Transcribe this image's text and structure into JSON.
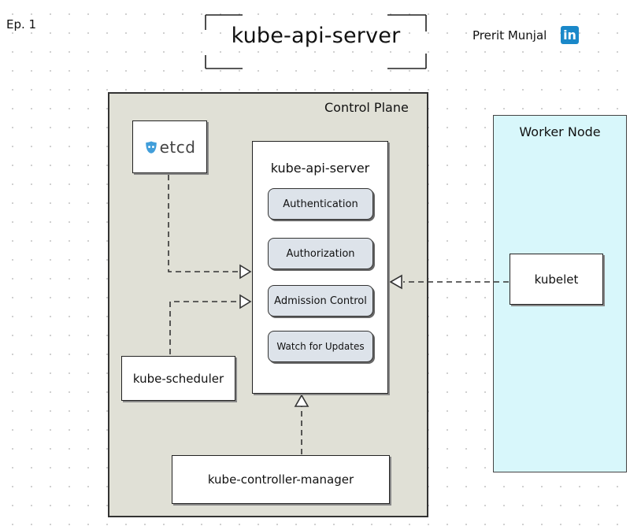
{
  "header": {
    "episode": "Ep. 1",
    "title": "kube-api-server",
    "author": "Prerit Munjal",
    "linkedin_glyph": "in"
  },
  "diagram": {
    "control_plane": {
      "label": "Control Plane",
      "color": "#e0e0d6"
    },
    "worker_node": {
      "label": "Worker Node",
      "color": "#d8f7fb"
    },
    "etcd": {
      "label": "etcd",
      "icon": "etcd-logo-icon"
    },
    "api_server": {
      "label": "kube-api-server",
      "steps": [
        "Authentication",
        "Authorization",
        "Admission Control",
        "Watch for Updates"
      ],
      "step_color": "#dde3ea"
    },
    "scheduler": {
      "label": "kube-scheduler"
    },
    "controller_manager": {
      "label": "kube-controller-manager"
    },
    "kubelet": {
      "label": "kubelet"
    },
    "connections": [
      {
        "from": "etcd",
        "to": "kube-api-server",
        "style": "dashed"
      },
      {
        "from": "kube-scheduler",
        "to": "kube-api-server",
        "style": "dashed"
      },
      {
        "from": "kube-controller-manager",
        "to": "kube-api-server",
        "style": "dashed"
      },
      {
        "from": "kubelet",
        "to": "kube-api-server",
        "style": "dashed"
      }
    ]
  }
}
